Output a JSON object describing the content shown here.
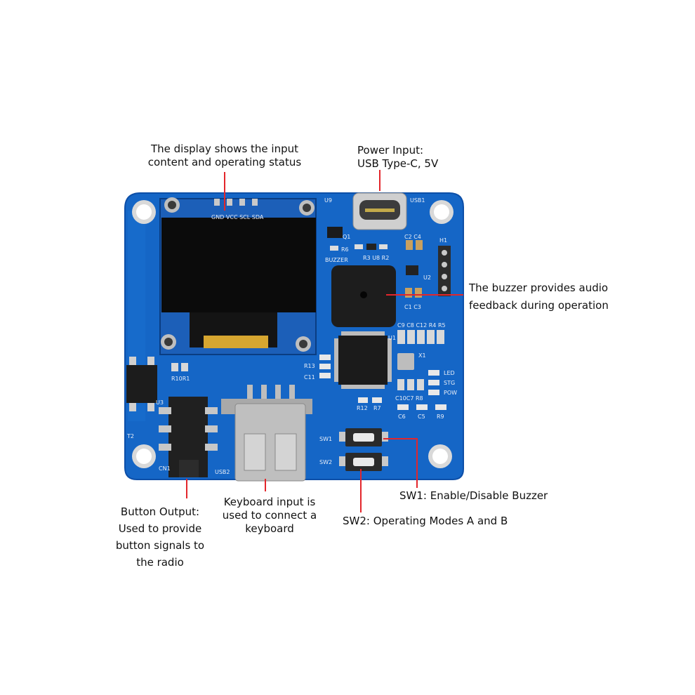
{
  "annotations": {
    "display": [
      "The display shows the input",
      "content and operating status"
    ],
    "power": [
      "Power Input:",
      "USB Type-C, 5V"
    ],
    "buzzer": [
      "The buzzer provides audio",
      "feedback during operation"
    ],
    "button_output": [
      "Button Output:",
      "Used to provide",
      "button signals to",
      "the radio"
    ],
    "keyboard": [
      "Keyboard input is",
      "used to connect a",
      "keyboard"
    ],
    "sw1": "SW1: Enable/Disable Buzzer",
    "sw2": "SW2: Operating Modes A and B"
  },
  "silkscreen": {
    "oled_pins": "GND VCC SCL  SDA",
    "u9": "U9",
    "usb1": "USB1",
    "q1": "Q1",
    "r6": "R6",
    "buzzer": "BUZZER",
    "r3u8r2": "R3 U8 R2",
    "c2c4": "C2 C4",
    "h1": "H1",
    "u2": "U2",
    "c1c3": "C1 C3",
    "c9row": "C9 C8 C12 R4 R5",
    "u1": "U1",
    "x1": "X1",
    "r13": "R13",
    "c11": "C11",
    "led": "LED",
    "stg": "STG",
    "pow": "POW",
    "c10row": "C10C7 R8",
    "r12": "R12",
    "r7": "R7",
    "c6": "C6",
    "c5": "C5",
    "r9": "R9",
    "r10r1": "R10R1",
    "u3": "U3",
    "t2": "T2",
    "cn1": "CN1",
    "usb2": "USB2",
    "sw1": "SW1",
    "sw2": "SW2"
  },
  "colors": {
    "board": "#1566c6",
    "board_edge": "#0d4fa8",
    "leader_line": "#e3262b",
    "text": "#111111"
  }
}
